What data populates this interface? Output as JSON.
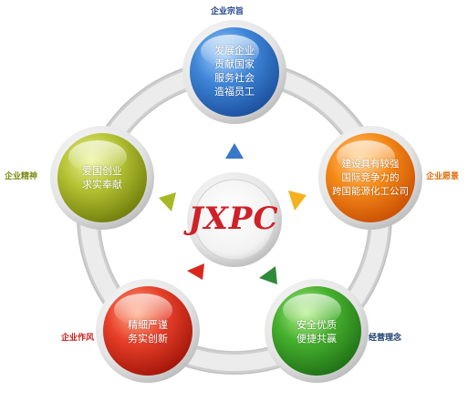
{
  "center_logo": "JXPC",
  "nodes": {
    "top": {
      "caption": "企业宗旨",
      "lines": [
        "发展企业",
        "贡献国家",
        "服务社会",
        "造福员工"
      ],
      "color": "#3a78c8"
    },
    "right": {
      "caption": "企业愿景",
      "lines": [
        "建设具有较强",
        "国际竞争力的",
        "跨国能源化工公司"
      ],
      "color": "#f07a0c"
    },
    "bottom_right": {
      "caption": "经营理念",
      "lines": [
        "安全优质",
        "便捷共赢"
      ],
      "color": "#3aa02a"
    },
    "bottom_left": {
      "caption": "企业作风",
      "lines": [
        "精细严谨",
        "务实创新"
      ],
      "color": "#d8281c"
    },
    "left": {
      "caption": "企业精神",
      "lines": [
        "爱国创业",
        "求实奉献"
      ],
      "color": "#a8b824"
    }
  },
  "caption_colors": {
    "top": "#1a3c8c",
    "right": "#e07010",
    "bottom_right": "#1a3c6c",
    "bottom_left": "#c81e1e",
    "left": "#7a8a10"
  }
}
